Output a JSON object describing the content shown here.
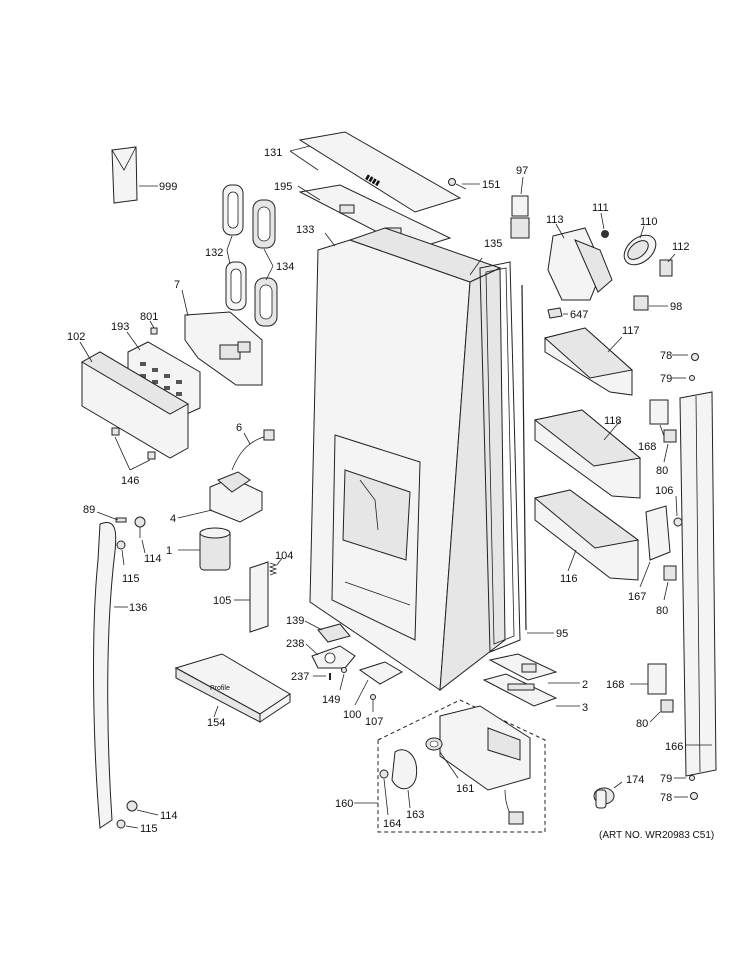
{
  "diagram": {
    "art_number": "(ART NO. WR20983 C51)",
    "callouts": {
      "c999": "999",
      "c131": "131",
      "c151": "151",
      "c97": "97",
      "c195": "195",
      "c111": "111",
      "c110": "110",
      "c113": "113",
      "c112": "112",
      "c132": "132",
      "c134": "134",
      "c133": "133",
      "c135": "135",
      "c98": "98",
      "c647": "647",
      "c7": "7",
      "c801": "801",
      "c193": "193",
      "c102": "102",
      "c117": "117",
      "c78a": "78",
      "c79a": "79",
      "c118": "118",
      "c168a": "168",
      "c80a": "80",
      "c6": "6",
      "c146": "146",
      "c106": "106",
      "c4": "4",
      "c89": "89",
      "c114a": "114",
      "c1": "1",
      "c115a": "115",
      "c104": "104",
      "c116": "116",
      "c167": "167",
      "c80b": "80",
      "c105": "105",
      "c136": "136",
      "c139": "139",
      "c95": "95",
      "c238": "238",
      "c2": "2",
      "c168b": "168",
      "c237": "237",
      "c149": "149",
      "c3": "3",
      "c100": "100",
      "c107": "107",
      "c154": "154",
      "c80c": "80",
      "c166": "166",
      "c174": "174",
      "c79b": "79",
      "c78b": "78",
      "c161": "161",
      "c160": "160",
      "c114b": "114",
      "c163": "163",
      "c164": "164",
      "c115b": "115"
    }
  }
}
